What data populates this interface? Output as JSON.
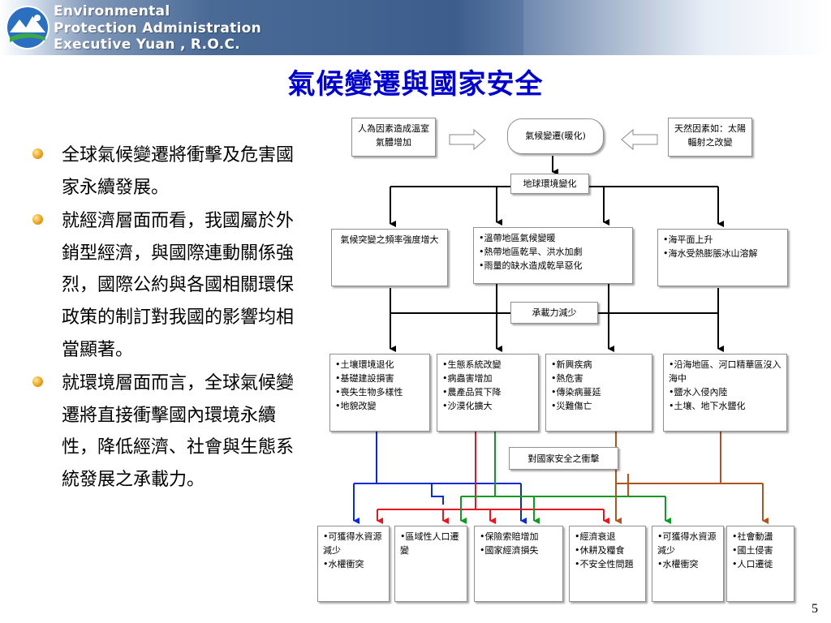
{
  "header": {
    "org_line1": "Environmental",
    "org_line2": "Protection Administration",
    "org_line3": "Executive  Yuan , R.O.C."
  },
  "slide_title": "氣候變遷與國家安全",
  "bullets": [
    "全球氣候變遷將衝擊及危害國家永續發展。",
    "就經濟層面而看，我國屬於外銷型經濟，與國際連動關係強烈，國際公約與各國相關環保政策的制訂對我國的影響均相當顯著。",
    "就環境層面而言，全球氣候變遷將直接衝擊國內環境永續性，降低經濟、社會與生態系統發展之承載力。"
  ],
  "diagram": {
    "top_left": "人為因素造成溫室氣體增加",
    "top_center": "氣候變遷(暖化)",
    "top_right": "天然因素如：太陽輻射之改變",
    "env_change": "地球環境變化",
    "tier1": [
      [
        "氣候突變之頻率強度增大"
      ],
      [
        "•溫帶地區氣候變暖",
        "•熱帶地區乾旱、洪水加劇",
        "•雨量的缺水造成乾旱惡化"
      ],
      [
        "•海平面上升",
        "•海水受熱膨脹冰山溶解"
      ]
    ],
    "capacity": "承載力減少",
    "tier2": [
      [
        "•土壤環境退化",
        "•基礎建設損害",
        "•喪失生物多樣性",
        "•地貌改變"
      ],
      [
        "•生態系統改變",
        "•病蟲害增加",
        "•農產品質下降",
        "•沙漠化擴大"
      ],
      [
        "•新興疾病",
        "•熱危害",
        "•傳染病蔓延",
        "•災難傷亡"
      ],
      [
        "•沿海地區、河口精華區沒入海中",
        "•鹽水入侵內陸",
        "•土壤、地下水鹽化"
      ]
    ],
    "impact": "對國家安全之衝擊",
    "tier3": [
      [
        "•可獲得水資源減少",
        "•水權衝突"
      ],
      [
        "•區域性人口遷變"
      ],
      [
        "•保險索賠增加",
        "•國家經濟損失"
      ],
      [
        "•經濟衰退",
        "•休耕及糧食",
        "•不安全性問題"
      ],
      [
        "•可獲得水資源減少",
        "•水權衝突"
      ],
      [
        "•社會動盪",
        "•國土侵害",
        "•人口遷徙"
      ]
    ],
    "colors": {
      "blue": "#0a2ad8",
      "red": "#e8141e",
      "green": "#0f9a22",
      "brown": "#b0541c",
      "black": "#000000"
    }
  },
  "page_number": "5"
}
